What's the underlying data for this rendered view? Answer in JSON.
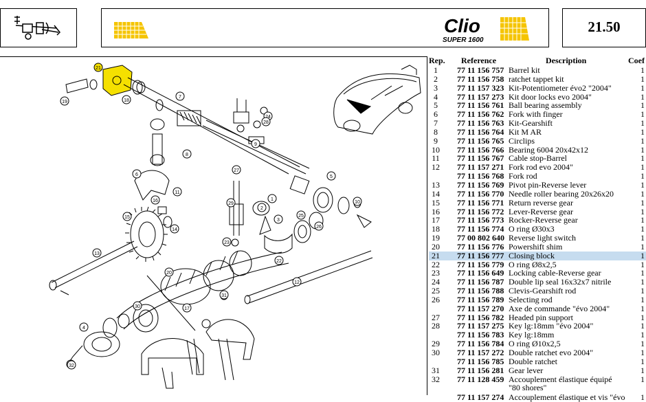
{
  "header": {
    "page_code": "21.50",
    "logo_word": "Clio",
    "logo_sub": "SUPER 1600"
  },
  "colors": {
    "accent_yellow": "#f5c400",
    "highlight": "#c6dcef"
  },
  "diagram": {
    "callouts": [
      "21",
      "18",
      "19",
      "7",
      "8",
      "6",
      "9",
      "10",
      "11",
      "12",
      "5",
      "13",
      "14",
      "15",
      "16",
      "17",
      "1",
      "2",
      "3",
      "4",
      "20",
      "22",
      "23",
      "24",
      "25",
      "26",
      "27",
      "28",
      "29",
      "30",
      "31",
      "32"
    ]
  },
  "table": {
    "headers": {
      "rep": "Rep.",
      "reference": "Reference",
      "description": "Description",
      "coef": "Coef"
    },
    "rows": [
      {
        "rep": "1",
        "ref": "77 11 156 757",
        "desc": "Barrel kit",
        "coef": "1"
      },
      {
        "rep": "2",
        "ref": "77 11 156 758",
        "desc": "ratchet tappet kit",
        "coef": "1"
      },
      {
        "rep": "3",
        "ref": "77 11 157 323",
        "desc": "Kit-Potentiometer évo2 \"2004\"",
        "coef": "1"
      },
      {
        "rep": "4",
        "ref": "77 11 157 273",
        "desc": "Kit door locks evo 2004\"",
        "coef": "1"
      },
      {
        "rep": "5",
        "ref": "77 11 156 761",
        "desc": "Ball bearing assembly",
        "coef": "1"
      },
      {
        "rep": "6",
        "ref": "77 11 156 762",
        "desc": "Fork with finger",
        "coef": "1"
      },
      {
        "rep": "7",
        "ref": "77 11 156 763",
        "desc": "Kit-Gearshift",
        "coef": "1"
      },
      {
        "rep": "8",
        "ref": "77 11 156 764",
        "desc": "Kit M AR",
        "coef": "1"
      },
      {
        "rep": "9",
        "ref": "77 11 156 765",
        "desc": "Circlips",
        "coef": "1"
      },
      {
        "rep": "10",
        "ref": "77 11 156 766",
        "desc": "Bearing 6004 20x42x12",
        "coef": "1"
      },
      {
        "rep": "11",
        "ref": "77 11 156 767",
        "desc": "Cable stop-Barrel",
        "coef": "1"
      },
      {
        "rep": "12",
        "ref": "77 11 157 271",
        "desc": "Fork rod evo 2004\"",
        "coef": "1"
      },
      {
        "rep": "",
        "ref": "77 11 156 768",
        "desc": "Fork rod",
        "coef": "1"
      },
      {
        "rep": "13",
        "ref": "77 11 156 769",
        "desc": "Pivot pin-Reverse lever",
        "coef": "1"
      },
      {
        "rep": "14",
        "ref": "77 11 156 770",
        "desc": "Needle roller bearing 20x26x20",
        "coef": "1"
      },
      {
        "rep": "15",
        "ref": "77 11 156 771",
        "desc": "Return reverse gear",
        "coef": "1"
      },
      {
        "rep": "16",
        "ref": "77 11 156 772",
        "desc": "Lever-Reverse gear",
        "coef": "1"
      },
      {
        "rep": "17",
        "ref": "77 11 156 773",
        "desc": "Rocker-Reverse gear",
        "coef": "1"
      },
      {
        "rep": "18",
        "ref": "77 11 156 774",
        "desc": "O ring Ø30x3",
        "coef": "1"
      },
      {
        "rep": "19",
        "ref": "77 00 802 640",
        "desc": "Reverse light switch",
        "coef": "1"
      },
      {
        "rep": "20",
        "ref": "77 11 156 776",
        "desc": "Powershift shim",
        "coef": "1"
      },
      {
        "rep": "21",
        "ref": "77 11 156 777",
        "desc": "Closing block",
        "coef": "1",
        "highlight": true
      },
      {
        "rep": "22",
        "ref": "77 11 156 779",
        "desc": "O ring Ø8x2,5",
        "coef": "1"
      },
      {
        "rep": "23",
        "ref": "77 11 156 649",
        "desc": "Locking cable-Reverse gear",
        "coef": "1"
      },
      {
        "rep": "24",
        "ref": "77 11 156 787",
        "desc": "Double lip seal 16x32x7 nitrile",
        "coef": "1"
      },
      {
        "rep": "25",
        "ref": "77 11 156 788",
        "desc": "Clevis-Gearshift rod",
        "coef": "1"
      },
      {
        "rep": "26",
        "ref": "77 11 156 789",
        "desc": "Selecting rod",
        "coef": "1"
      },
      {
        "rep": "",
        "ref": "77 11 157 270",
        "desc": "Axe de commande \"évo 2004\"",
        "coef": "1"
      },
      {
        "rep": "27",
        "ref": "77 11 156 782",
        "desc": "Headed pin support",
        "coef": "1"
      },
      {
        "rep": "28",
        "ref": "77 11 157 275",
        "desc": "Key lg:18mm \"évo 2004\"",
        "coef": "1"
      },
      {
        "rep": "",
        "ref": "77 11 156 783",
        "desc": "Key lg:18mm",
        "coef": "1"
      },
      {
        "rep": "29",
        "ref": "77 11 156 784",
        "desc": "O ring Ø10x2,5",
        "coef": "1"
      },
      {
        "rep": "30",
        "ref": "77 11 157 272",
        "desc": "Double ratchet evo 2004\"",
        "coef": "1"
      },
      {
        "rep": "",
        "ref": "77 11 156 785",
        "desc": "Double ratchet",
        "coef": "1"
      },
      {
        "rep": "31",
        "ref": "77 11 156 281",
        "desc": "Gear lever",
        "coef": "1"
      },
      {
        "rep": "32",
        "ref": "77 11 128 459",
        "desc": "Accouplement élastique équipé \"80 shores\"",
        "coef": "1",
        "tall": true
      },
      {
        "rep": "",
        "ref": "77 11 157 274",
        "desc": "Accouplement élastique et vis \"évo",
        "coef": "1"
      }
    ]
  }
}
